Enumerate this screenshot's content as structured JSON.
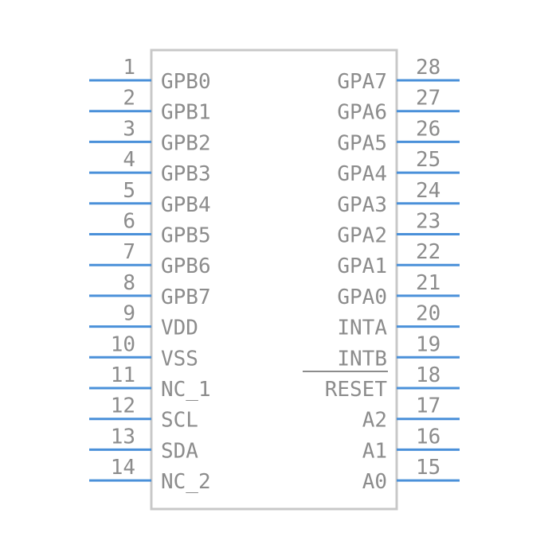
{
  "component": {
    "body_stroke": "#c8c8c8",
    "pin_color": "#4a90d9",
    "text_color": "#8c8c8c"
  },
  "left_pins": [
    {
      "number": "1",
      "name": "GPB0"
    },
    {
      "number": "2",
      "name": "GPB1"
    },
    {
      "number": "3",
      "name": "GPB2"
    },
    {
      "number": "4",
      "name": "GPB3"
    },
    {
      "number": "5",
      "name": "GPB4"
    },
    {
      "number": "6",
      "name": "GPB5"
    },
    {
      "number": "7",
      "name": "GPB6"
    },
    {
      "number": "8",
      "name": "GPB7"
    },
    {
      "number": "9",
      "name": "VDD"
    },
    {
      "number": "10",
      "name": "VSS"
    },
    {
      "number": "11",
      "name": "NC_1"
    },
    {
      "number": "12",
      "name": "SCL"
    },
    {
      "number": "13",
      "name": "SDA"
    },
    {
      "number": "14",
      "name": "NC_2"
    }
  ],
  "right_pins": [
    {
      "number": "28",
      "name": "GPA7"
    },
    {
      "number": "27",
      "name": "GPA6"
    },
    {
      "number": "26",
      "name": "GPA5"
    },
    {
      "number": "25",
      "name": "GPA4"
    },
    {
      "number": "24",
      "name": "GPA3"
    },
    {
      "number": "23",
      "name": "GPA2"
    },
    {
      "number": "22",
      "name": "GPA1"
    },
    {
      "number": "21",
      "name": "GPA0"
    },
    {
      "number": "20",
      "name": "INTA"
    },
    {
      "number": "19",
      "name": "INTB"
    },
    {
      "number": "18",
      "name": "RESET",
      "overline": true
    },
    {
      "number": "17",
      "name": "A2"
    },
    {
      "number": "16",
      "name": "A1"
    },
    {
      "number": "15",
      "name": "A0"
    }
  ]
}
